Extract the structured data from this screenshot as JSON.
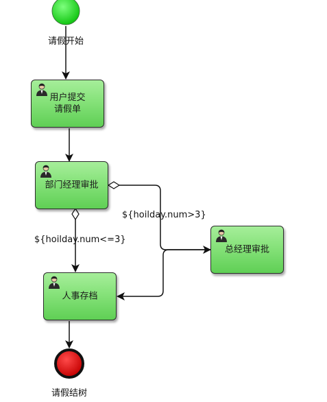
{
  "events": {
    "start": {
      "label": "请假开始",
      "color": "#22dd22"
    },
    "end": {
      "label": "请假结树",
      "color": "#e00000"
    }
  },
  "tasks": {
    "submit": {
      "label": "用户提交请假单"
    },
    "dept": {
      "label": "部门经理审批"
    },
    "gm": {
      "label": "总经理审批"
    },
    "hr": {
      "label": "人事存档"
    }
  },
  "conditions": {
    "gt3": "${hoilday.num>3}",
    "le3": "${hoilday.num<=3}"
  },
  "icons": {
    "task": "user-icon"
  }
}
